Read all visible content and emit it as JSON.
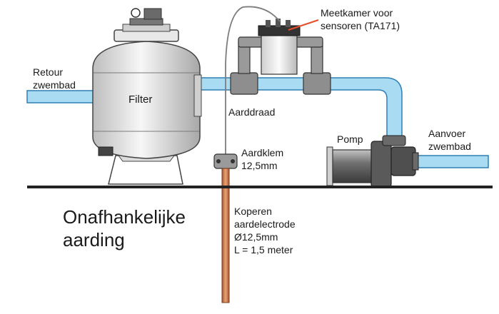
{
  "labels": {
    "meetkamer": "Meetkamer voor\nsensoren (TA171)",
    "retour": "Retour\nzwembad",
    "filter": "Filter",
    "aarddraad": "Aarddraad",
    "aardklem": "Aardklem\n12,5mm",
    "pomp": "Pomp",
    "aanvoer": "Aanvoer\nzwembad",
    "onafhankelijke": "Onafhankelijke\naarding",
    "elektrode": "Koperen\naardelectrode\nØ12,5mm\nL = 1,5 meter"
  },
  "colors": {
    "pipe_fill": "#a9dcf2",
    "pipe_stroke": "#2f7fb4",
    "grey_dark": "#58595b",
    "grey_light": "#d5d5d5",
    "copper": "#c87845",
    "ground": "#222222",
    "accent": "#e74c2b"
  }
}
